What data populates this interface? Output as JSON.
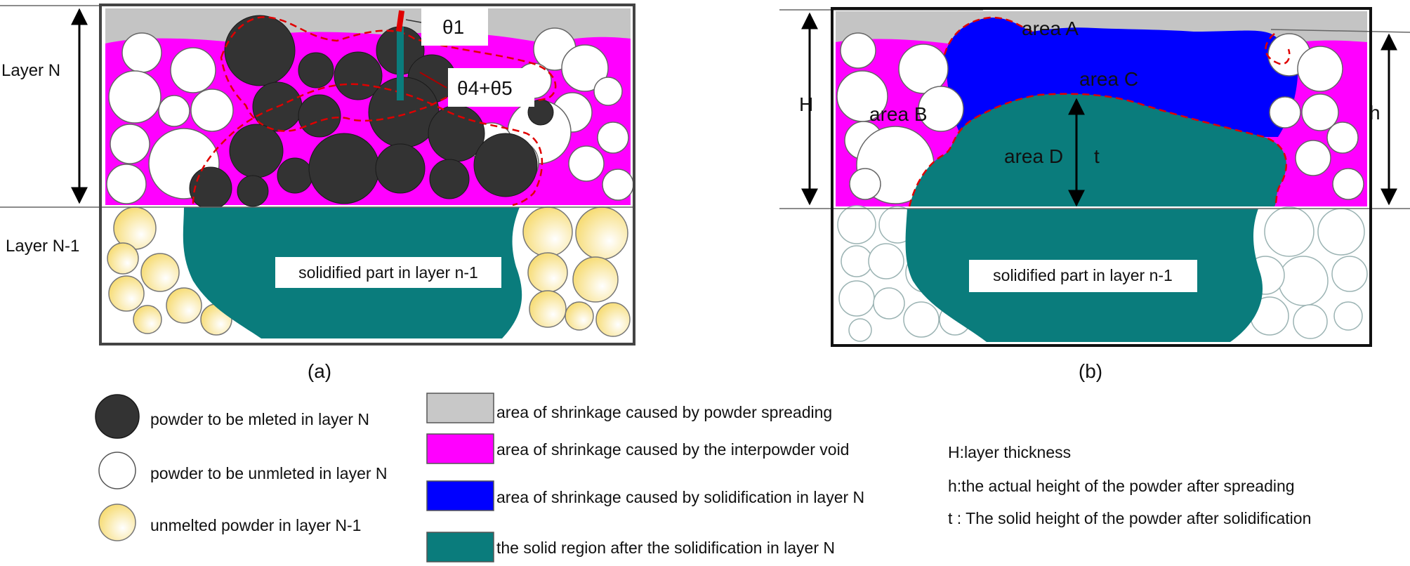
{
  "panel_a": {
    "label": "(a)",
    "layer_n_label": "Layer N",
    "layer_n1_label": "Layer N-1",
    "theta1_label": "θ1",
    "theta45_label": "θ4+θ5",
    "solid_label": "solidified part  in layer n-1"
  },
  "panel_b": {
    "label": "(b)",
    "area_a": "area A",
    "area_b": "area B",
    "area_c": "area C",
    "area_d": "area D",
    "t_label": "t",
    "h_upper": "H",
    "h_lower": "h",
    "solid_label": "solidified part  in layer n-1"
  },
  "legend_powder": [
    {
      "text": "powder to be mleted in layer N",
      "symbol": "black-powder",
      "color": "#333333"
    },
    {
      "text": "powder to be unmleted in layer N",
      "symbol": "white-powder",
      "color": "#ffffff"
    },
    {
      "text": "unmelted powder in layer N-1",
      "symbol": "yellow-powder",
      "color": "#f5d870"
    }
  ],
  "legend_areas": [
    {
      "text": "area of shrinkage caused by  powder spreading",
      "color": "#c8c8c8"
    },
    {
      "text": "area of shrinkage caused by the interpowder void",
      "color": "#ff00ff"
    },
    {
      "text": " area of shrinkage caused by solidification in layer N",
      "color": "#0000ff"
    },
    {
      "text": "the solid region after the solidification  in layer N",
      "color": "#008080"
    }
  ],
  "definitions": [
    "H:layer thickness",
    "h:the actual height of the powder after spreading",
    "t : The solid height of the powder after solidification"
  ]
}
